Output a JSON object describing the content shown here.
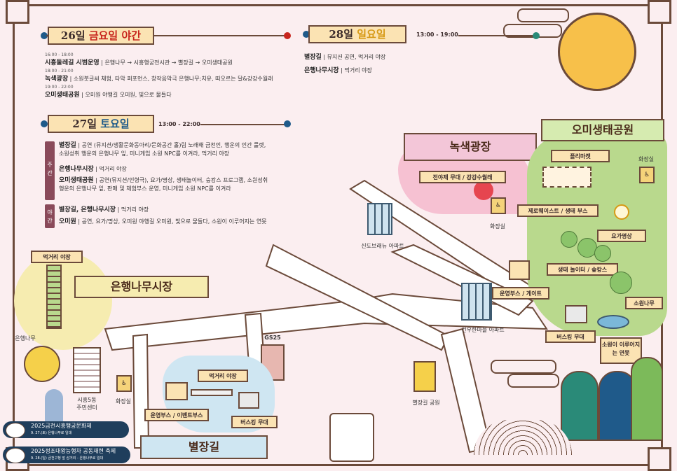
{
  "schedule": {
    "day26": {
      "title_date": "26일 ",
      "title_day": "금요일 야간",
      "items": [
        {
          "time": "16:00 - 18:00",
          "place": "시흥둘레길 시범운영",
          "desc": "은행나무 → 시흥행궁전시관 → 별장길 → 오미생태공원"
        },
        {
          "time": "18:00 - 21:00",
          "place": "녹색광장",
          "desc": "소원붓글씨 체험, 타악 퍼포먼스, 창작음악극 은행나무;치유, 떠오르는 달&강강수월래"
        },
        {
          "time": "19:00 - 22:00",
          "place": "오미생태공원",
          "desc": "오미원 야행길 오미원, 빛으로 물들다"
        }
      ]
    },
    "day27": {
      "title_date": "27일 ",
      "title_day": "토요일",
      "time": "13:00 - 22:00",
      "day_tag": "주간",
      "night_tag": "야간",
      "day_items": [
        {
          "place": "별장길",
          "desc": "공연 (뮤지션/생활문화동아리/문화공간 홀)림 노래해 금천인, 행운의 인간 룰렛, 소원성취 행운의 은행나무 잎, 미니게임 소원 NPC를 이겨라, 먹거리 야장"
        },
        {
          "place": "은행나무시장",
          "desc": "먹거리 야장"
        },
        {
          "place": "오미생태공원",
          "desc": "공연(뮤지션/인형극), 요가/명상, 생태놀이터, 숲캉스 프로그램, 소원성취 행운의 은행나무 잎, 판매 및 체험부스 운영, 미니게임 소원 NPC를 이겨라"
        }
      ],
      "night_items": [
        {
          "place": "별장길, 은행나무시장",
          "desc": "먹거리 야장"
        },
        {
          "place": "오미원",
          "desc": "공연, 요가/명상, 오미원 야행길 오미원, 빛으로 물들다, 소원이 이루어지는 연못"
        }
      ]
    },
    "day28": {
      "title_date": "28일 ",
      "title_day": "일요일",
      "time": "13:00 - 19:00",
      "items": [
        {
          "place": "별장길",
          "desc": "뮤지션 공연, 먹거리 야장"
        },
        {
          "place": "은행나무시장",
          "desc": "먹거리 야장"
        }
      ]
    }
  },
  "map": {
    "green_plaza": {
      "title": "녹색광장",
      "stage": "전야제 무대 / 강강수월래",
      "toilet": "화장실"
    },
    "omi_park": {
      "title": "오미생태공원",
      "flea_market": "플리마켓",
      "toilet": "화장실",
      "zero_waste": "제로웨이스트 / 생태 부스",
      "yoga": "요가명상",
      "eco_play": "생태 놀이터 / 숲캉스",
      "wish_tree": "소원나무",
      "wish_pond": "소원이 이루어지는 연못",
      "busking": "버스킹 무대"
    },
    "market": {
      "title": "은행나무시장",
      "food": "먹거리 야장",
      "ginkgo": "은행나무"
    },
    "byeoljang": {
      "title": "별장길",
      "food": "먹거리 야장",
      "ops_booth": "운영부스 / 이벤트부스",
      "busking": "버스킹 무대",
      "park": "별장길 공원"
    },
    "buildings": {
      "sindo": "신도브래뉴 아파트",
      "geonwoo": "건우한마을 아파트",
      "community": "시흥5동\n주민센터",
      "toilet": "화장실",
      "gs25": "GS25",
      "ops_gate": "운영부스 / 게이트"
    }
  },
  "festivals": [
    {
      "name": "2025금천시흥행궁문화제",
      "date": "9. 27.(토) 은행나무로 일대"
    },
    {
      "name": "2025정조대왕능행차 공동재현 축제",
      "date": "9. 28.(일) 금천구청 앞 삼거리 - 은행나무로 일대"
    }
  ],
  "colors": {
    "background": "#fbeef0",
    "frame": "#6b4a3a",
    "title_fill": "#fbe3b3",
    "red": "#c8261e",
    "blue": "#1f5a8a",
    "gold": "#d79a16",
    "park_green": "#b9d98d",
    "plaza_pink": "#f5b8cc",
    "market_yellow": "#f6ecb0",
    "path_blue": "#cfe6f2",
    "moon": "#f7c04a"
  }
}
